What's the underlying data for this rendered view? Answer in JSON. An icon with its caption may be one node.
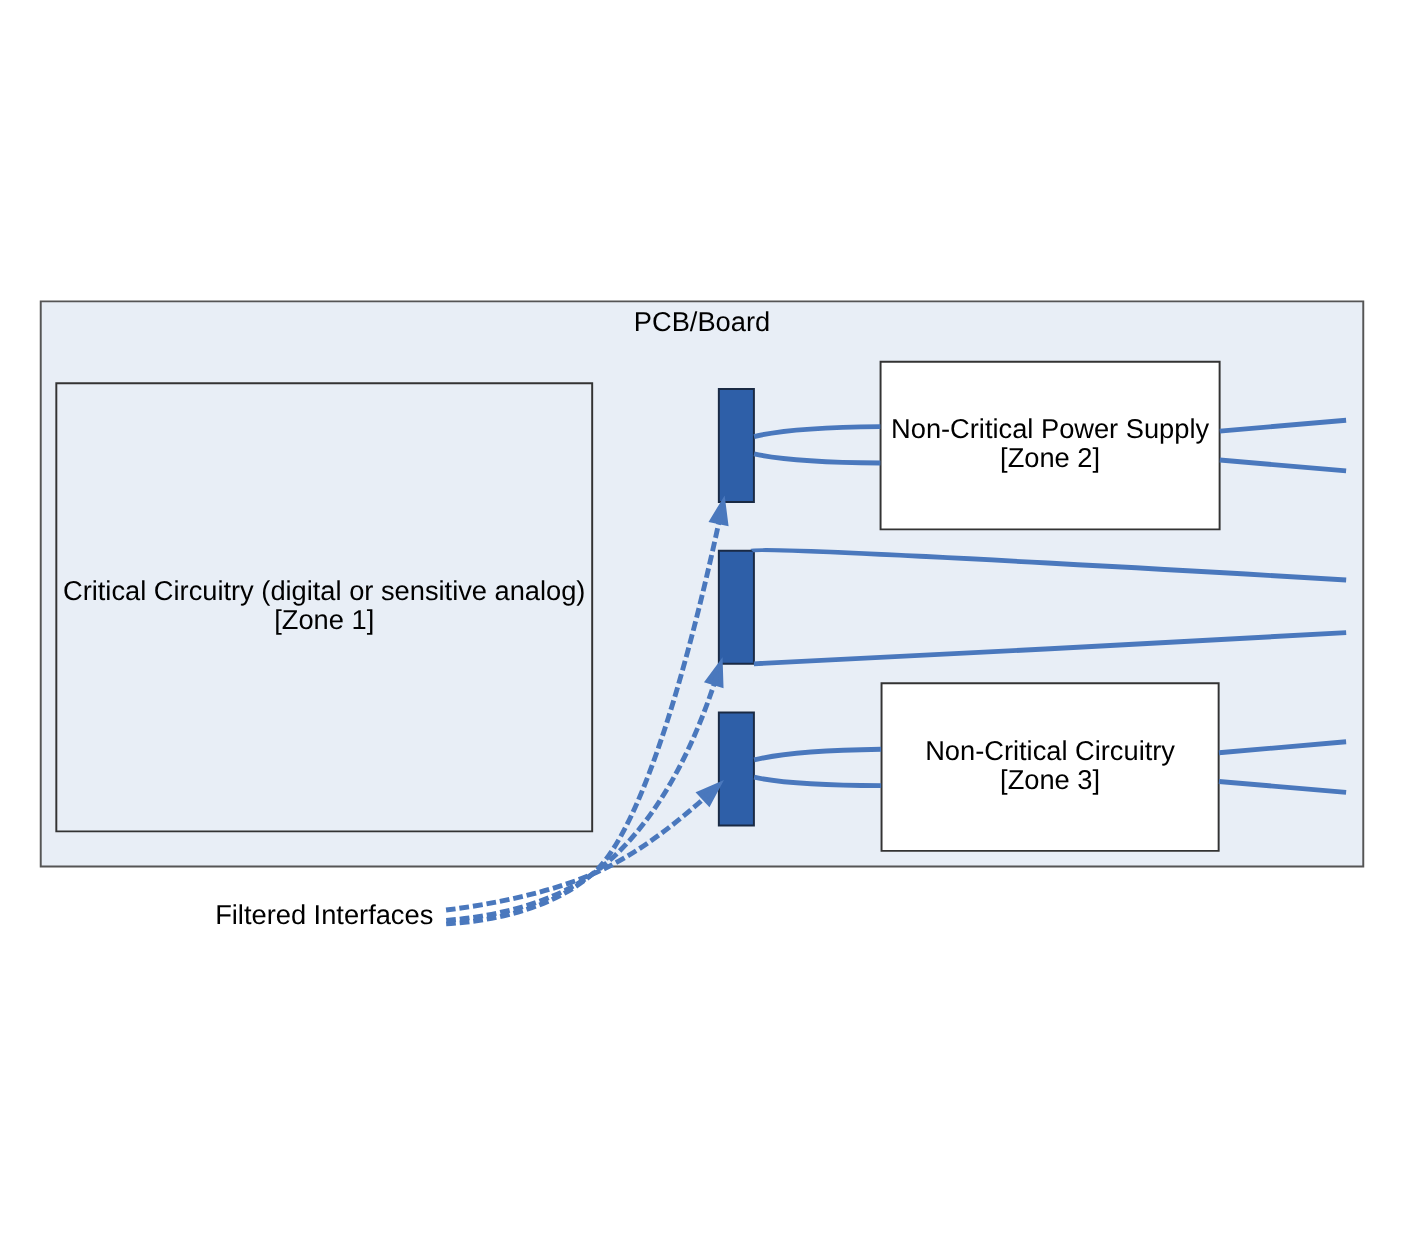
{
  "diagram": {
    "nodes": [
      {
        "text": [
          "PCB/Board"
        ]
      },
      {
        "text": [
          "Critical Circuitry (digital or sensitive analog)",
          "[Zone 1]"
        ],
        "in": 0
      },
      {
        "text": [],
        "shape": "bar",
        "in": 0
      },
      {
        "text": [],
        "shape": "bar",
        "in": 0
      },
      {
        "text": [],
        "shape": "bar",
        "in": 0
      },
      {
        "text": [
          "Non-Critical Power Supply",
          "[Zone 2]"
        ],
        "in": 0
      },
      {
        "text": [
          "Non-Critical Circuitry",
          "[Zone 3]"
        ],
        "in": 0
      },
      {
        "text": [
          "Filtered Interfaces"
        ]
      }
    ],
    "edges": [
      {
        "from": 7,
        "to": 2,
        "arrow": "to",
        "style": "dashed"
      },
      {
        "from": 7,
        "to": 3,
        "arrow": "to",
        "style": "dashed"
      },
      {
        "from": 7,
        "to": 4,
        "arrow": "to",
        "style": "dashed"
      },
      {
        "from": 2,
        "to": 5,
        "arrow": "none"
      },
      {
        "from": 2,
        "to": 5,
        "arrow": "none"
      },
      {
        "from": 3,
        "to": null,
        "arrow": "none"
      },
      {
        "from": 3,
        "to": null,
        "arrow": "none"
      },
      {
        "from": 4,
        "to": 6,
        "arrow": "none"
      },
      {
        "from": 4,
        "to": 6,
        "arrow": "none"
      },
      {
        "from": 5,
        "to": null,
        "arrow": "none"
      },
      {
        "from": 5,
        "to": null,
        "arrow": "none"
      },
      {
        "from": 6,
        "to": null,
        "arrow": "none"
      },
      {
        "from": 6,
        "to": null,
        "arrow": "none"
      }
    ]
  }
}
